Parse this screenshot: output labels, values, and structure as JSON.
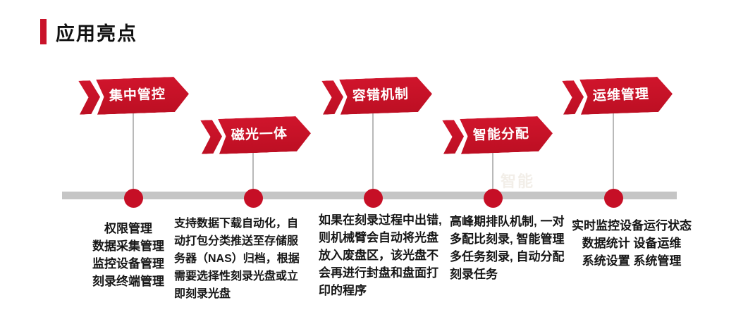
{
  "title": {
    "text": "应用亮点"
  },
  "colors": {
    "accent_red": "#c9132a",
    "node_red": "#c60f26",
    "timeline_gray": "#c5c5c5",
    "connector_gray": "#b9b9b9",
    "text_black": "#161616"
  },
  "watermark": {
    "text": "智能"
  },
  "timeline": {
    "items": [
      {
        "label": "集中管控",
        "description": "权限管理\n数据采集管理\n监控设备管理\n刻录终端管理"
      },
      {
        "label": "磁光一体",
        "description": "支持数据下载自动化，自\n动打包分类推送至存储服\n务器（NAS）归档，根据\n需要选择性刻录光盘或立\n即刻录光盘"
      },
      {
        "label": "容错机制",
        "description": "如果在刻录过程中出错,\n则机械臂会自动将光盘\n放入废盘区，该光盘不\n会再进行封盘和盘面打\n印的程序"
      },
      {
        "label": "智能分配",
        "description": "高峰期排队机制, 一对\n多配比刻录, 智能管理\n多任务刻录, 自动分配\n刻录任务"
      },
      {
        "label": "运维管理",
        "description": "实时监控设备运行状态\n数据统计 设备运维\n系统设置 系统管理"
      }
    ]
  }
}
